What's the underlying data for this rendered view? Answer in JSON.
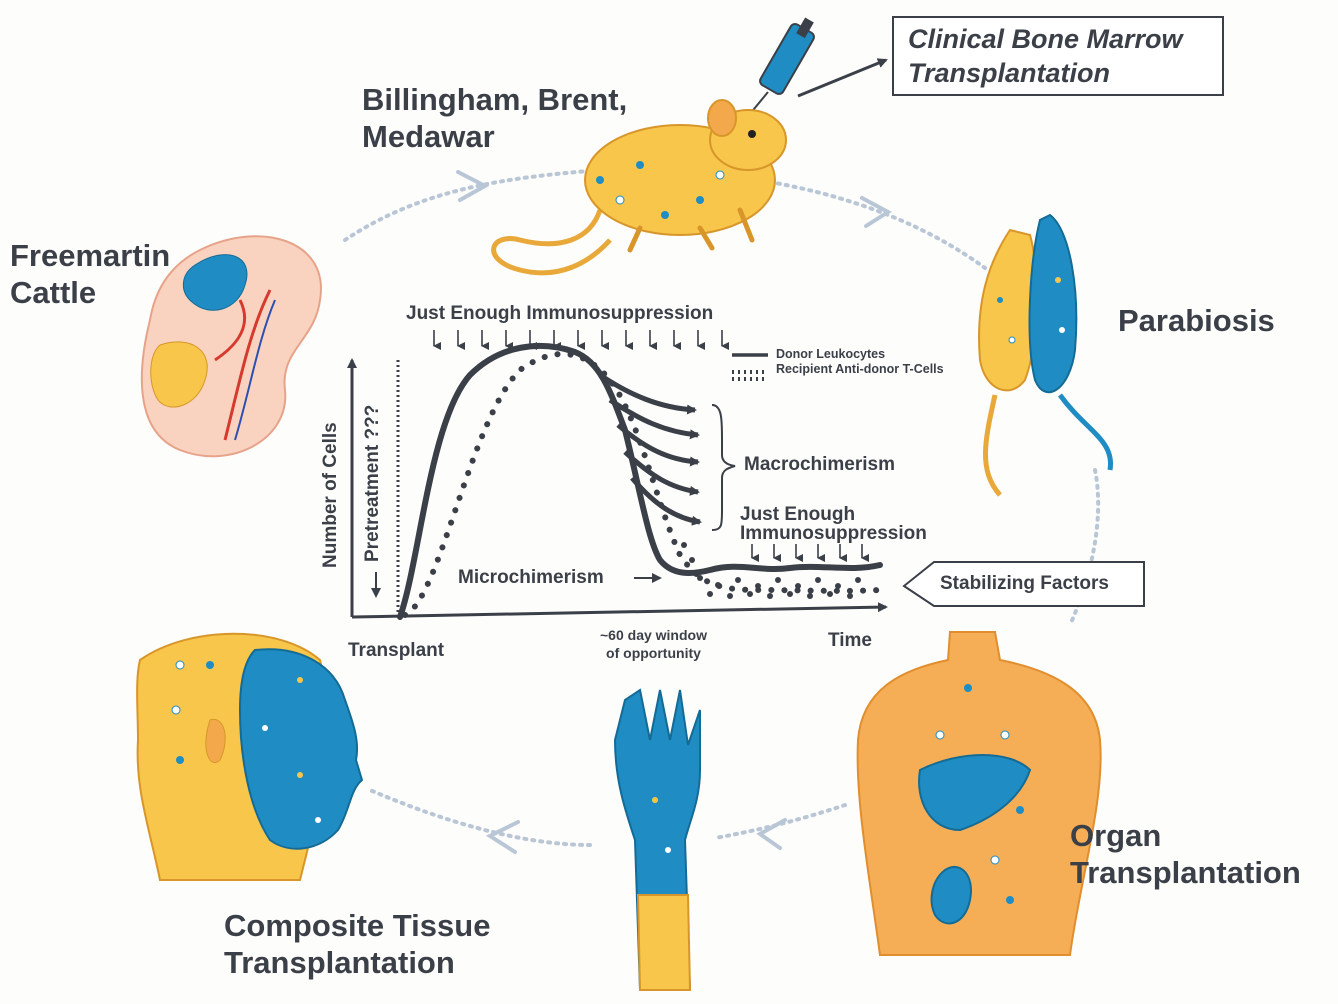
{
  "labels": {
    "clinical_bmt_line1": "Clinical Bone Marrow",
    "clinical_bmt_line2": "Transplantation",
    "billingham_line1": "Billingham, Brent,",
    "billingham_line2": "Medawar",
    "freemartin_line1": "Freemartin",
    "freemartin_line2": "Cattle",
    "parabiosis": "Parabiosis",
    "organ_line1": "Organ",
    "organ_line2": "Transplantation",
    "composite_line1": "Composite Tissue",
    "composite_line2": "Transplantation"
  },
  "chart_data": {
    "type": "line",
    "ylabel": "Number of Cells",
    "pretreatment_label": "Pretreatment ???",
    "top_annotation": "Just Enough Immunosuppression",
    "lower_annotation_line1": "Just Enough",
    "lower_annotation_line2": "Immunosuppression",
    "macrochimerism_label": "Macrochimerism",
    "microchimerism_label": "Microchimerism",
    "stabilizing_label": "Stabilizing Factors",
    "x_tick_start": "Transplant",
    "x_window_line1": "~60 day window",
    "x_window_line2": "of opportunity",
    "x_tick_end": "Time",
    "legend": [
      {
        "name": "Donor Leukocytes",
        "style": "solid"
      },
      {
        "name": "Recipient Anti-donor T-Cells",
        "style": "dotted"
      }
    ]
  },
  "colors": {
    "text": "#3b3f48",
    "yellow": "#f7c64a",
    "blue": "#1f8dc3",
    "skin": "#f5ae55",
    "cycle_dots": "#b9c6d6"
  }
}
